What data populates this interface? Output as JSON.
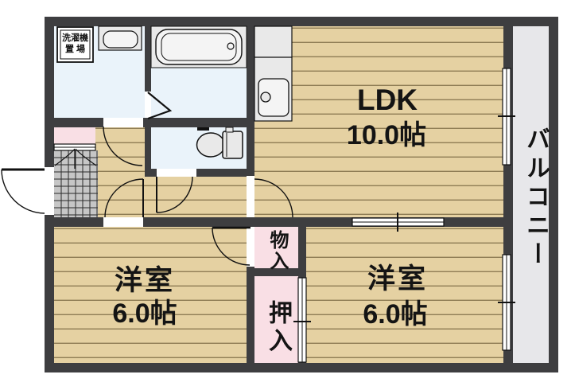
{
  "plan": {
    "rooms": {
      "ldk": {
        "name": "LDK",
        "size": "10.0帖"
      },
      "bedroom_left": {
        "name": "洋室",
        "size": "6.0帖"
      },
      "bedroom_right": {
        "name": "洋室",
        "size": "6.0帖"
      },
      "balcony": {
        "name": "バルコニー"
      },
      "storage": {
        "name": "物入"
      },
      "closet": {
        "name": "押入"
      },
      "laundry": {
        "line1": "洗濯機",
        "line2": "置 場"
      }
    },
    "fixture_icons": [
      "bathtub-icon",
      "washbasin-icon",
      "washing-machine-space-icon",
      "kitchen-counter-icon",
      "kitchen-sink-icon",
      "toilet-icon",
      "entrance-tile-icon",
      "door-swing-icon",
      "sliding-window-icon"
    ]
  },
  "colors": {
    "wall": "#3e3e40",
    "wood": "#e5d1a2",
    "plank": "#8f7d55",
    "water": "#eaf3fa",
    "pink": "#f9dfe5",
    "tile": "#c6c6c6",
    "tileline": "#2b2b2b",
    "balcony": "#e7e7ea",
    "fixture": "#e9e9e9",
    "fixture2": "#f4f4f4",
    "line": "#111111",
    "white": "#ffffff"
  }
}
